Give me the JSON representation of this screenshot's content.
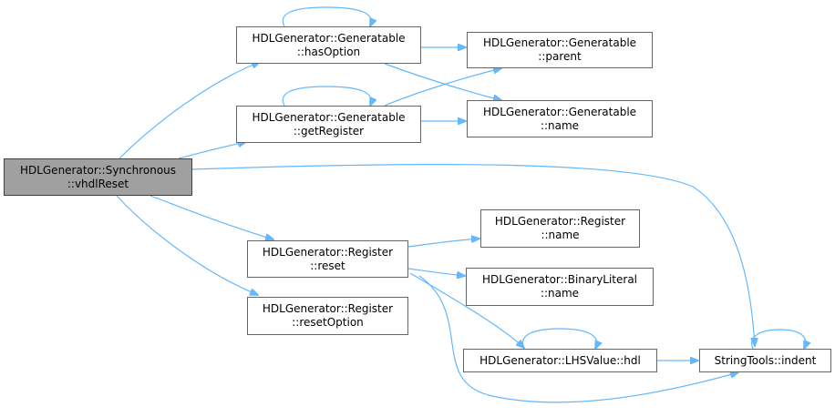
{
  "colors": {
    "edge": "#63b8ff",
    "root_fill": "#a0a0a0",
    "node_border": "#666666",
    "node_fill": "#ffffff"
  },
  "nodes": {
    "synchronous_vhdlreset": {
      "line1": "HDLGenerator::Synchronous",
      "line2": "::vhdlReset"
    },
    "generatable_hasoption": {
      "line1": "HDLGenerator::Generatable",
      "line2": "::hasOption"
    },
    "generatable_parent": {
      "line1": "HDLGenerator::Generatable",
      "line2": "::parent"
    },
    "generatable_getregister": {
      "line1": "HDLGenerator::Generatable",
      "line2": "::getRegister"
    },
    "generatable_name": {
      "line1": "HDLGenerator::Generatable",
      "line2": "::name"
    },
    "register_name": {
      "line1": "HDLGenerator::Register",
      "line2": "::name"
    },
    "register_reset": {
      "line1": "HDLGenerator::Register",
      "line2": "::reset"
    },
    "binaryliteral_name": {
      "line1": "HDLGenerator::BinaryLiteral",
      "line2": "::name"
    },
    "register_resetoption": {
      "line1": "HDLGenerator::Register",
      "line2": "::resetOption"
    },
    "lhsvalue_hdl": {
      "line1": "HDLGenerator::LHSValue::hdl"
    },
    "stringtools_indent": {
      "line1": "StringTools::indent"
    }
  },
  "edges": [
    {
      "from": "synchronous_vhdlreset",
      "to": "generatable_hasoption"
    },
    {
      "from": "synchronous_vhdlreset",
      "to": "generatable_getregister"
    },
    {
      "from": "synchronous_vhdlreset",
      "to": "stringtools_indent"
    },
    {
      "from": "synchronous_vhdlreset",
      "to": "register_reset"
    },
    {
      "from": "synchronous_vhdlreset",
      "to": "register_resetoption"
    },
    {
      "from": "generatable_hasoption",
      "to": "generatable_hasoption"
    },
    {
      "from": "generatable_hasoption",
      "to": "generatable_parent"
    },
    {
      "from": "generatable_hasoption",
      "to": "generatable_name"
    },
    {
      "from": "generatable_getregister",
      "to": "generatable_getregister"
    },
    {
      "from": "generatable_getregister",
      "to": "generatable_parent"
    },
    {
      "from": "generatable_getregister",
      "to": "generatable_name"
    },
    {
      "from": "register_reset",
      "to": "register_name"
    },
    {
      "from": "register_reset",
      "to": "binaryliteral_name"
    },
    {
      "from": "register_reset",
      "to": "lhsvalue_hdl"
    },
    {
      "from": "register_reset",
      "to": "stringtools_indent"
    },
    {
      "from": "lhsvalue_hdl",
      "to": "lhsvalue_hdl"
    },
    {
      "from": "lhsvalue_hdl",
      "to": "stringtools_indent"
    },
    {
      "from": "stringtools_indent",
      "to": "stringtools_indent"
    }
  ]
}
